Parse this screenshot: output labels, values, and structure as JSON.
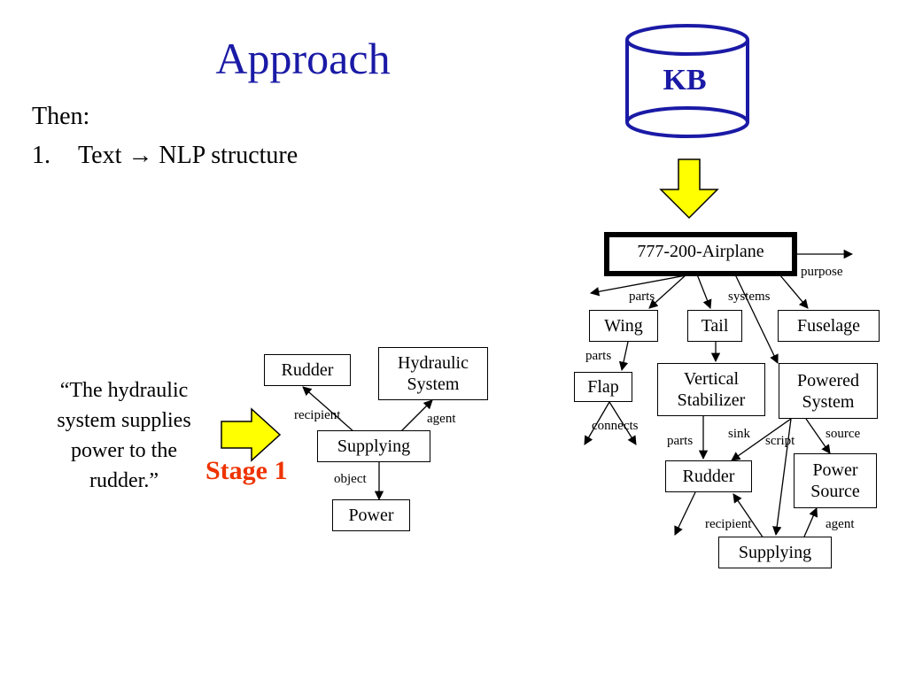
{
  "slide": {
    "title": "Approach",
    "then": "Then:",
    "step_number": "1.",
    "step_text": "Text → NLP structure",
    "quote": "“The hydraulic system supplies power to the rudder.”",
    "stage": "Stage 1",
    "kb": "KB"
  },
  "nlp": {
    "nodes": {
      "rudder": "Rudder",
      "hydraulic": "Hydraulic System",
      "supplying": "Supplying",
      "power": "Power"
    },
    "edges": {
      "recipient": "recipient",
      "agent": "agent",
      "object": "object"
    }
  },
  "kb_graph": {
    "nodes": {
      "airplane": "777-200-Airplane",
      "wing": "Wing",
      "tail": "Tail",
      "fuselage": "Fuselage",
      "flap": "Flap",
      "vstab": "Vertical Stabilizer",
      "powered": "Powered System",
      "rudder": "Rudder",
      "power_source": "Power Source",
      "supplying": "Supplying"
    },
    "edges": {
      "purpose": "purpose",
      "parts": "parts",
      "systems": "systems",
      "parts2": "parts",
      "connects": "connects",
      "parts3": "parts",
      "sink": "sink",
      "script": "script",
      "source": "source",
      "recipient": "recipient",
      "agent": "agent"
    }
  },
  "colors": {
    "title": "#1a1aa6",
    "stage": "#ee3300",
    "arrow_fill": "#ffff00"
  }
}
